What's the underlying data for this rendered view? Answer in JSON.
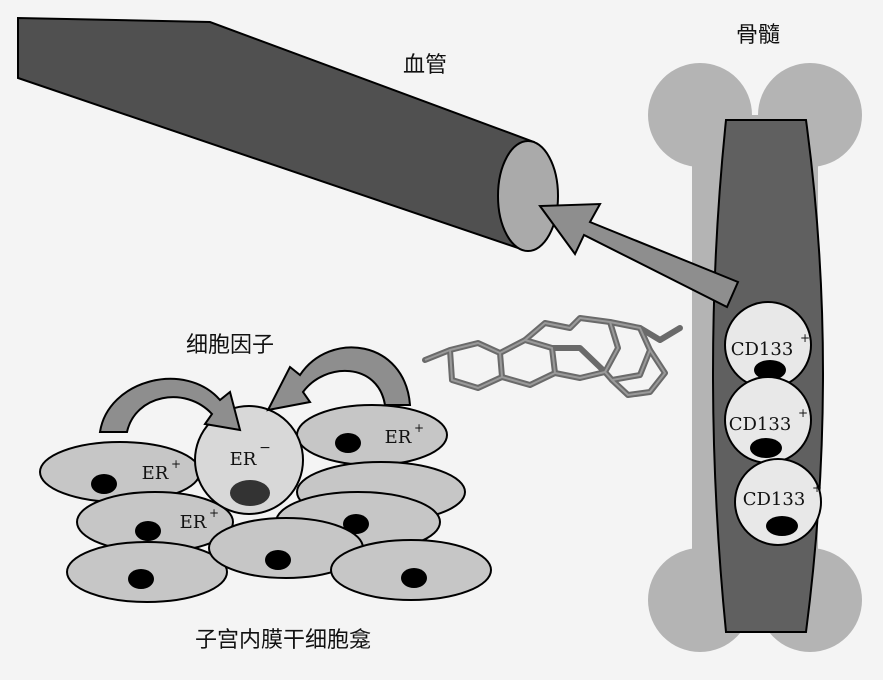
{
  "labels": {
    "blood_vessel": "血管",
    "bone_marrow": "骨髓",
    "cytokines": "细胞因子",
    "niche": "子宫内膜干细胞龛"
  },
  "cells": {
    "er_neg": "ER",
    "er_neg_sup": "−",
    "er_pos": "ER",
    "er_pos_sup": "+",
    "cd133": "CD133",
    "cd133_sup": "+"
  },
  "colors": {
    "vessel_dark": "#505050",
    "vessel_end": "#aaaaaa",
    "bone_light": "#b4b4b4",
    "marrow_dark": "#606060",
    "cell_fill": "#c6c6c6",
    "cd133_fill": "#e8e8e8",
    "arrow_fill": "#8e8e8e",
    "nucleus": "#000000",
    "background": "#f4f4f4"
  }
}
